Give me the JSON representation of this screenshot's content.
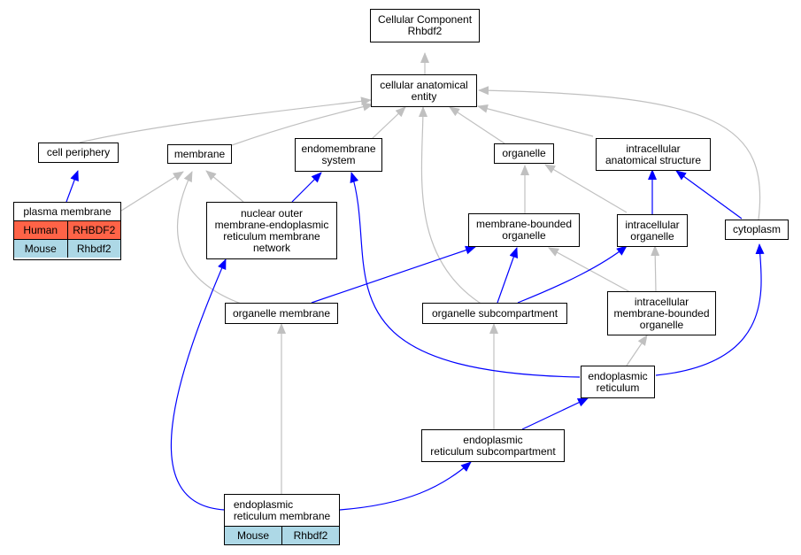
{
  "nodes": {
    "root": "Cellular Component\nRhbdf2",
    "cae": "cellular anatomical\nentity",
    "cell_periphery": "cell periphery",
    "membrane": "membrane",
    "endomembrane": "endomembrane\nsystem",
    "organelle": "organelle",
    "intracellular_structure": "intracellular\nanatomical structure",
    "nuclear_outer": "nuclear outer\nmembrane-endoplasmic\nreticulum membrane\nnetwork",
    "membrane_bounded": "membrane-bounded\norganelle",
    "intracellular_organelle": "intracellular\norganelle",
    "cytoplasm": "cytoplasm",
    "organelle_membrane": "organelle membrane",
    "organelle_subcompartment": "organelle subcompartment",
    "intracellular_mbo": "intracellular\nmembrane-bounded\norganelle",
    "er": "endoplasmic\nreticulum",
    "er_subcompartment": "endoplasmic\nreticulum subcompartment"
  },
  "tables": {
    "plasma_membrane": {
      "title": "plasma membrane",
      "rows": [
        {
          "species": "Human",
          "gene": "RHBDF2",
          "color": "#ff6347"
        },
        {
          "species": "Mouse",
          "gene": "Rhbdf2",
          "color": "#add8e6"
        }
      ]
    },
    "er_membrane": {
      "title": "endoplasmic\nreticulum membrane",
      "rows": [
        {
          "species": "Mouse",
          "gene": "Rhbdf2",
          "color": "#add8e6"
        }
      ]
    }
  },
  "colors": {
    "gray_edge": "#c0c0c0",
    "blue_edge": "#0000ff"
  }
}
